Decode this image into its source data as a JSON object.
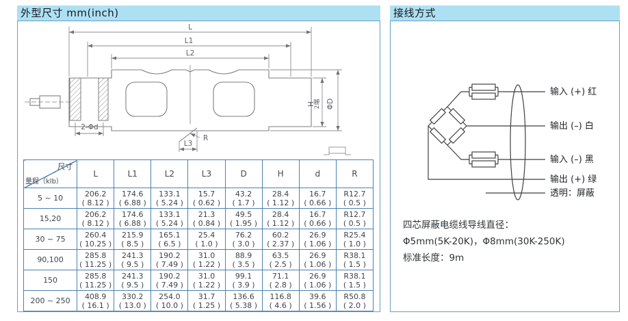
{
  "theme": {
    "title_bar_bg": "#aee0f4",
    "panel_border": "#6a9cc3",
    "table_border": "#4a80b0",
    "drawing_line": "#8c8c8c",
    "wiring_line": "#3f3f3f"
  },
  "left_panel": {
    "title": "外型尺寸 mm(inch)",
    "drawing": {
      "labels": {
        "L": "L",
        "L1": "L1",
        "L2": "L2",
        "L3": "L3",
        "R": "R",
        "holes": "2-Φd",
        "H": "H",
        "H_suffix": "2端",
        "D": "ΦD"
      }
    },
    "table": {
      "corner": {
        "size_label": "尺寸",
        "range_label": "量程（klb）"
      },
      "columns": [
        "L",
        "L1",
        "L2",
        "L3",
        "D",
        "H",
        "d",
        "R"
      ],
      "rows": [
        {
          "range": "5 ~ 10",
          "cells": [
            [
              "206.2",
              "( 8.12 )"
            ],
            [
              "174.6",
              "( 6.88 )"
            ],
            [
              "133.1",
              "( 5.24 )"
            ],
            [
              "15.7",
              "( 0.62 )"
            ],
            [
              "43.2",
              "( 1.7 )"
            ],
            [
              "28.4",
              "( 1.12 )"
            ],
            [
              "16.7",
              "( 0.66 )"
            ],
            [
              "R12.7",
              "( 0.5 )"
            ]
          ]
        },
        {
          "range": "15,20",
          "cells": [
            [
              "206.2",
              "( 8.12 )"
            ],
            [
              "174.6",
              "( 6.88 )"
            ],
            [
              "133.1",
              "( 5.24 )"
            ],
            [
              "21.3",
              "( 0.84 )"
            ],
            [
              "49.5",
              "( 1.95 )"
            ],
            [
              "28.4",
              "( 1.12 )"
            ],
            [
              "16.7",
              "( 0.66 )"
            ],
            [
              "R12.7",
              "( 0.5 )"
            ]
          ]
        },
        {
          "range": "30 ~ 75",
          "cells": [
            [
              "260.4",
              "( 10.25 )"
            ],
            [
              "215.9",
              "( 8.5 )"
            ],
            [
              "165.1",
              "( 6.5 )"
            ],
            [
              "25.4",
              "( 1.0 )"
            ],
            [
              "76.2",
              "( 3.0 )"
            ],
            [
              "60.2",
              "( 2.37 )"
            ],
            [
              "26.9",
              "( 1.06 )"
            ],
            [
              "R25.4",
              "( 1.0 )"
            ]
          ]
        },
        {
          "range": "90,100",
          "cells": [
            [
              "285.8",
              "( 11.25 )"
            ],
            [
              "241.3",
              "( 9.5 )"
            ],
            [
              "190.2",
              "( 7.49 )"
            ],
            [
              "31.0",
              "( 1.22 )"
            ],
            [
              "88.9",
              "( 3.5 )"
            ],
            [
              "63.5",
              "( 2.5 )"
            ],
            [
              "26.9",
              "( 1.06 )"
            ],
            [
              "R38.1",
              "( 1.5 )"
            ]
          ]
        },
        {
          "range": "150",
          "cells": [
            [
              "285.8",
              "( 11.25 )"
            ],
            [
              "241.3",
              "( 9.5 )"
            ],
            [
              "190.2",
              "( 7.49 )"
            ],
            [
              "31.0",
              "( 1.22 )"
            ],
            [
              "99.1",
              "( 3.9 )"
            ],
            [
              "71.1",
              "( 2.8 )"
            ],
            [
              "26.9",
              "( 1.06 )"
            ],
            [
              "R38.1",
              "( 1.5 )"
            ]
          ]
        },
        {
          "range": "200 ~ 250",
          "cells": [
            [
              "408.9",
              "( 16.1 )"
            ],
            [
              "330.2",
              "( 13.0 )"
            ],
            [
              "254.0",
              "( 10.0 )"
            ],
            [
              "31.7",
              "( 1.25 )"
            ],
            [
              "136.6",
              "( 5.38 )"
            ],
            [
              "116.8",
              "( 4.6 )"
            ],
            [
              "39.6",
              "( 1.56 )"
            ],
            [
              "R50.8",
              "( 2.0 )"
            ]
          ]
        }
      ]
    }
  },
  "right_panel": {
    "title": "接线方式",
    "wiring_labels": [
      "输入 (+) 红",
      "输出 (–) 白",
      "输入 (–) 黑",
      "输出 (+) 绿",
      "透明：屏蔽"
    ],
    "notes": [
      "四芯屏蔽电缆线导线直径：",
      "Φ5mm(5K-20K)，Φ8mm(30K-250K)",
      "标准长度：9m"
    ]
  }
}
